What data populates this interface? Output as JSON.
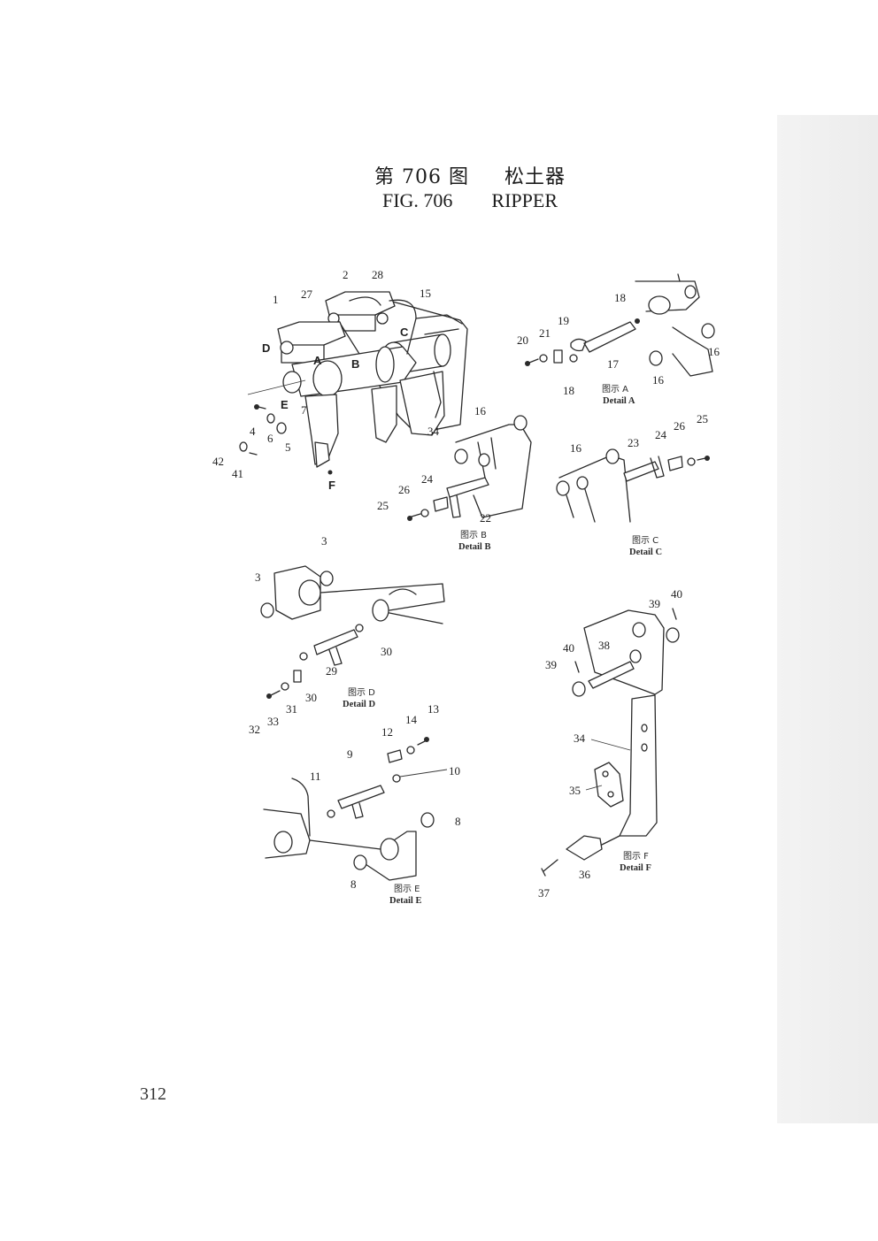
{
  "title": {
    "chinese": "第 706 图     松土器",
    "english": "FIG. 706        RIPPER"
  },
  "page_number": "312",
  "detail_labels": {
    "A": {
      "cn": "图示 A",
      "en": "Detail A"
    },
    "B": {
      "cn": "图示 B",
      "en": "Detail B"
    },
    "C": {
      "cn": "图示 C",
      "en": "Detail C"
    },
    "D": {
      "cn": "图示 D",
      "en": "Detail D"
    },
    "E": {
      "cn": "图示 E",
      "en": "Detail E"
    },
    "F": {
      "cn": "图示 F",
      "en": "Detail F"
    }
  },
  "view_markers": [
    "A",
    "B",
    "C",
    "D",
    "E",
    "F"
  ],
  "part_numbers": {
    "main_assembly": [
      "1",
      "2",
      "27",
      "28",
      "15",
      "7",
      "34",
      "4",
      "6",
      "5",
      "42",
      "41"
    ],
    "detail_a": [
      "18",
      "19",
      "21",
      "20",
      "17",
      "18",
      "16",
      "16"
    ],
    "detail_b": [
      "16",
      "24",
      "26",
      "25",
      "22"
    ],
    "detail_c": [
      "16",
      "23",
      "24",
      "26",
      "25"
    ],
    "detail_d": [
      "3",
      "3",
      "29",
      "30",
      "30",
      "31",
      "33",
      "32"
    ],
    "detail_e": [
      "13",
      "14",
      "12",
      "9",
      "10",
      "11",
      "8",
      "8"
    ],
    "detail_f": [
      "40",
      "39",
      "38",
      "40",
      "39",
      "34",
      "35",
      "36",
      "37"
    ]
  }
}
